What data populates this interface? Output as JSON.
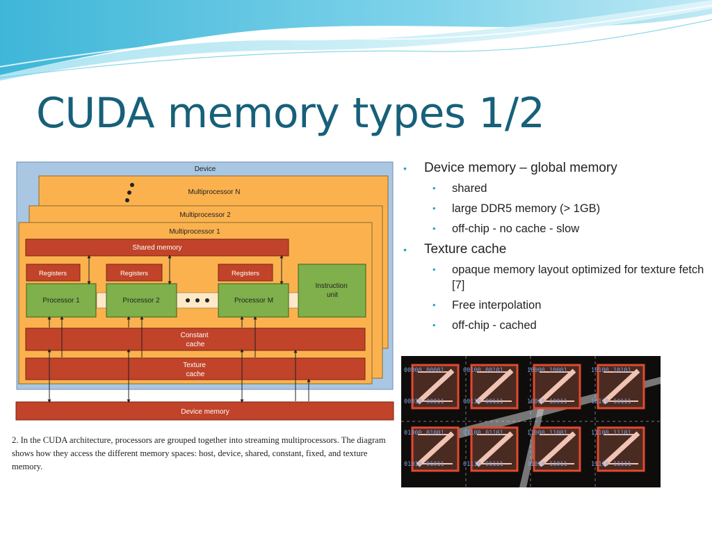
{
  "slide": {
    "title": "CUDA memory types 1/2"
  },
  "diagram": {
    "device_label": "Device",
    "mp_n_label": "Multiprocessor N",
    "mp_2_label": "Multiprocessor 2",
    "mp_1_label": "Multiprocessor 1",
    "shared_memory_label": "Shared memory",
    "registers_label": "Registers",
    "processor_1_label": "Processor 1",
    "processor_2_label": "Processor 2",
    "processor_m_label": "Processor M",
    "instruction_unit_label": [
      "Instruction",
      "unit"
    ],
    "constant_cache_label": [
      "Constant",
      "cache"
    ],
    "texture_cache_label": [
      "Texture",
      "cache"
    ],
    "device_memory_label": "Device memory",
    "colors": {
      "device_bg": "#a9c7e3",
      "mp_bg": "#fbb24e",
      "memory_red": "#c0432a",
      "processor_green": "#7fb04b"
    }
  },
  "caption": "2. In the CUDA architecture, processors are grouped together into streaming multiprocessors. The diagram shows how they access the different memory spaces: host, device, shared, constant, fixed, and texture memory.",
  "bullets": [
    {
      "text": "Device memory – global memory",
      "subs": [
        "shared",
        "large DDR5 memory (> 1GB)",
        "off-chip - no cache - slow"
      ]
    },
    {
      "text": "Texture cache",
      "subs": [
        "opaque memory layout optimized for texture fetch [7]",
        "Free interpolation",
        "off-chip - cached"
      ]
    }
  ],
  "texture_image": {
    "tile_labels": [
      "00000",
      "00001",
      "00100",
      "00101",
      "10000",
      "10001",
      "10100",
      "10101",
      "00010",
      "00011",
      "00110",
      "00111",
      "10010",
      "10011",
      "10110",
      "10111",
      "01000",
      "01001",
      "01100",
      "01101",
      "11000",
      "11001",
      "11100",
      "11101",
      "01010",
      "01011",
      "01110",
      "01111",
      "11010",
      "11011",
      "11110",
      "11111"
    ]
  }
}
